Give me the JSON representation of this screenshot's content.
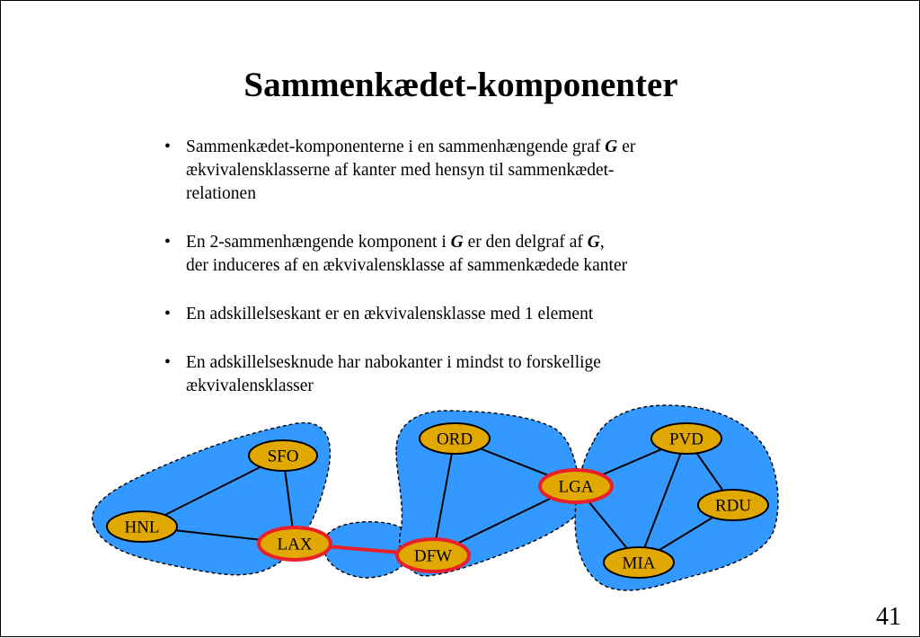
{
  "slide": {
    "title": "Sammenkædet-komponenter",
    "page_number": "41"
  },
  "bullets": [
    {
      "marker": "•",
      "line1_pre": "Sammenkædet-komponenterne i en sammenhængende graf ",
      "line1_var": "G",
      "line1_post": " er",
      "line2": "ækvivalensklasserne af kanter med hensyn til sammenkædet-",
      "line3": "relationen"
    },
    {
      "marker": "•",
      "line1_pre": "En 2-sammenhængende komponent i ",
      "line1_var1": "G",
      "line1_mid": " er den delgraf af ",
      "line1_var2": "G",
      "line1_post": ",",
      "line2": "der induceres af en ækvivalensklasse af sammenkædede kanter"
    },
    {
      "marker": "•",
      "line1": "En adskillelseskant er en ækvivalensklasse med 1 element"
    },
    {
      "marker": "•",
      "line1": "En adskillelsesknude har nabokanter i mindst to forskellige",
      "line2": "ækvivalensklasser"
    }
  ],
  "graph": {
    "colors": {
      "component_fill": "#3399ff",
      "node_fill": "#e0a800",
      "highlight_stroke": "#e8202a",
      "edge": "#000000"
    },
    "nodes": {
      "SFO": "SFO",
      "HNL": "HNL",
      "LAX": "LAX",
      "ORD": "ORD",
      "DFW": "DFW",
      "LGA": "LGA",
      "PVD": "PVD",
      "RDU": "RDU",
      "MIA": "MIA"
    }
  }
}
